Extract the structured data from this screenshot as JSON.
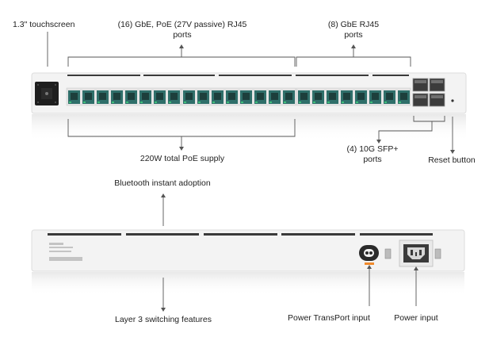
{
  "labels": {
    "touchscreen": "1.3\" touchscreen",
    "poe_ports_line1": "(16) GbE, PoE (27V passive) RJ45",
    "poe_ports_line2": "ports",
    "gbe_ports_line1": "(8) GbE RJ45",
    "gbe_ports_line2": "ports",
    "poe_supply": "220W total PoE supply",
    "sfp_ports_line1": "(4) 10G SFP+",
    "sfp_ports_line2": "ports",
    "reset_button": "Reset button",
    "bluetooth": "Bluetooth instant adoption",
    "layer3": "Layer 3 switching features",
    "power_transport": "Power TransPort input",
    "power_input": "Power input"
  },
  "colors": {
    "chassis": "#f2f2f2",
    "port_teal": "#2f6f6a",
    "led_green": "#3ec07a",
    "power_accent": "#f08a2c",
    "callout_line": "#555555"
  },
  "front_panel": {
    "poe_port_count": 16,
    "gbe_port_count": 8,
    "sfp_port_count": 4
  }
}
